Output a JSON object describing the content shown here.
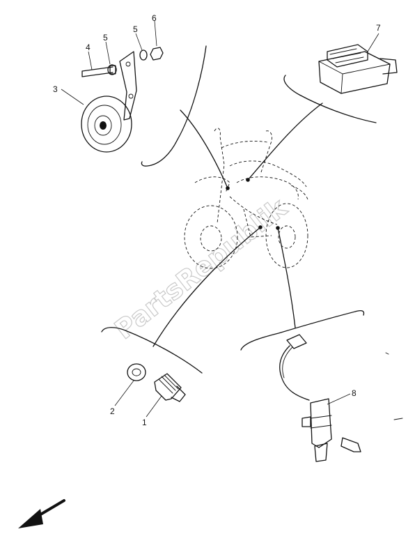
{
  "watermark": "PartsRepublik",
  "callouts": {
    "c1": "1",
    "c2": "2",
    "c3": "3",
    "c4": "4",
    "c5a": "5",
    "c5b": "5",
    "c6": "6",
    "c7": "7",
    "c8": "8"
  }
}
